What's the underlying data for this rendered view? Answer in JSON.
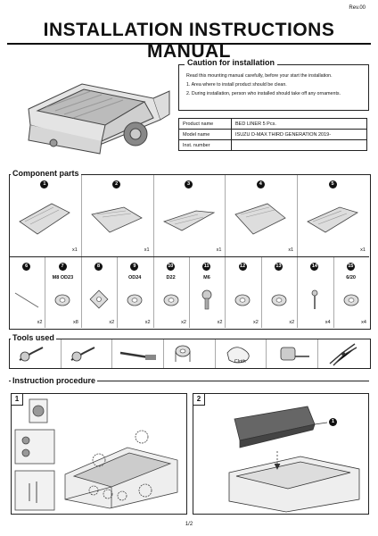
{
  "revision": "Rev.00",
  "title": "INSTALLATION INSTRUCTIONS MANUAL",
  "caution": {
    "heading": "Caution for installation",
    "lines": [
      "Read this mounting manual carefully, before your start the installation.",
      "1. Area where to install product should be clean.",
      "2. During installation, person who installed should take off any ornaments."
    ]
  },
  "product_table": {
    "rows": [
      {
        "key": "Product name",
        "value": "BED LINER 5 Pcs."
      },
      {
        "key": "Model name",
        "value": "ISUZU D-MAX THIRD GENERATION 2019-"
      },
      {
        "key": "Inst. number",
        "value": ""
      }
    ]
  },
  "component_parts": {
    "heading": "Component parts",
    "row1": [
      {
        "num": "1",
        "qty": "x1"
      },
      {
        "num": "2",
        "qty": "x1"
      },
      {
        "num": "3",
        "qty": "x1"
      },
      {
        "num": "4",
        "qty": "x1"
      },
      {
        "num": "5",
        "qty": "x1"
      }
    ],
    "row2": [
      {
        "num": "6",
        "spec": "",
        "qty": "x2"
      },
      {
        "num": "7",
        "spec": "M8 OD23",
        "qty": "x8"
      },
      {
        "num": "8",
        "spec": "",
        "qty": "x2"
      },
      {
        "num": "9",
        "spec": "OD24",
        "qty": "x2"
      },
      {
        "num": "10",
        "spec": "D22",
        "qty": "x2"
      },
      {
        "num": "11",
        "spec": "M6",
        "qty": "x2"
      },
      {
        "num": "12",
        "spec": "",
        "qty": "x2"
      },
      {
        "num": "13",
        "spec": "",
        "qty": "x2"
      },
      {
        "num": "14",
        "spec": "",
        "qty": "x4"
      },
      {
        "num": "15",
        "spec": "6/20",
        "qty": "x4"
      }
    ]
  },
  "tools": {
    "heading": "Tools used",
    "items": [
      "screwdriver-icon",
      "screwdriver-icon",
      "torque-wrench-icon",
      "tape-roll-icon",
      "cloth-icon",
      "tape-measure-icon",
      "pliers-icon"
    ],
    "cloth_label": "Cloth"
  },
  "procedure": {
    "heading": "Instruction procedure",
    "steps": [
      {
        "num": "1"
      },
      {
        "num": "2",
        "callout": "1"
      }
    ]
  },
  "page_number": "1/2"
}
